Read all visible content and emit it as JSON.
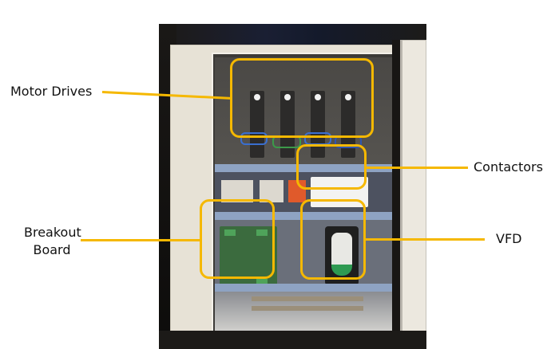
{
  "figure": {
    "type": "annotated-photo",
    "subject": "Open electrical control cabinet",
    "annotation_color": "#f5b800",
    "labels": [
      {
        "id": "motor-drives",
        "text": "Motor Drives"
      },
      {
        "id": "contactors",
        "text": "Contactors"
      },
      {
        "id": "breakout-board",
        "text_line1": "Breakout",
        "text_line2": "Board"
      },
      {
        "id": "vfd",
        "text": "VFD"
      }
    ]
  }
}
